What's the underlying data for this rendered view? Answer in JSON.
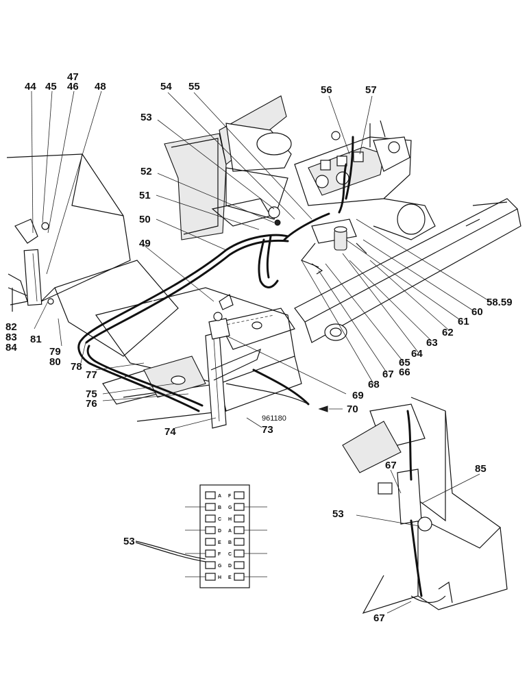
{
  "figure_id": "961180",
  "callouts": {
    "c44": "44",
    "c45": "45",
    "c46": "46",
    "c47": "47",
    "c48": "48",
    "c49": "49",
    "c50": "50",
    "c51": "51",
    "c52": "52",
    "c53": "53",
    "c54": "54",
    "c55": "55",
    "c56": "56",
    "c57": "57",
    "c5859": "58.59",
    "c60": "60",
    "c61": "61",
    "c62": "62",
    "c63": "63",
    "c64": "64",
    "c65": "65",
    "c66": "66",
    "c67": "67",
    "c68": "68",
    "c69": "69",
    "c70": "70",
    "c73": "73",
    "c74": "74",
    "c75": "75",
    "c76": "76",
    "c77": "77",
    "c78": "78",
    "c79": "79",
    "c80": "80",
    "c81": "81",
    "c82": "82",
    "c83": "83",
    "c84": "84",
    "c85": "85",
    "c53_fuse": "53",
    "c53_detail": "53",
    "c67_detail_top": "67",
    "c67_detail_bottom": "67"
  },
  "fuse_box": {
    "left_letters": [
      "A",
      "B",
      "C",
      "D",
      "E",
      "F",
      "G",
      "H"
    ],
    "right_letters": [
      "F",
      "G",
      "H",
      "A",
      "B",
      "C",
      "D",
      "E"
    ]
  }
}
